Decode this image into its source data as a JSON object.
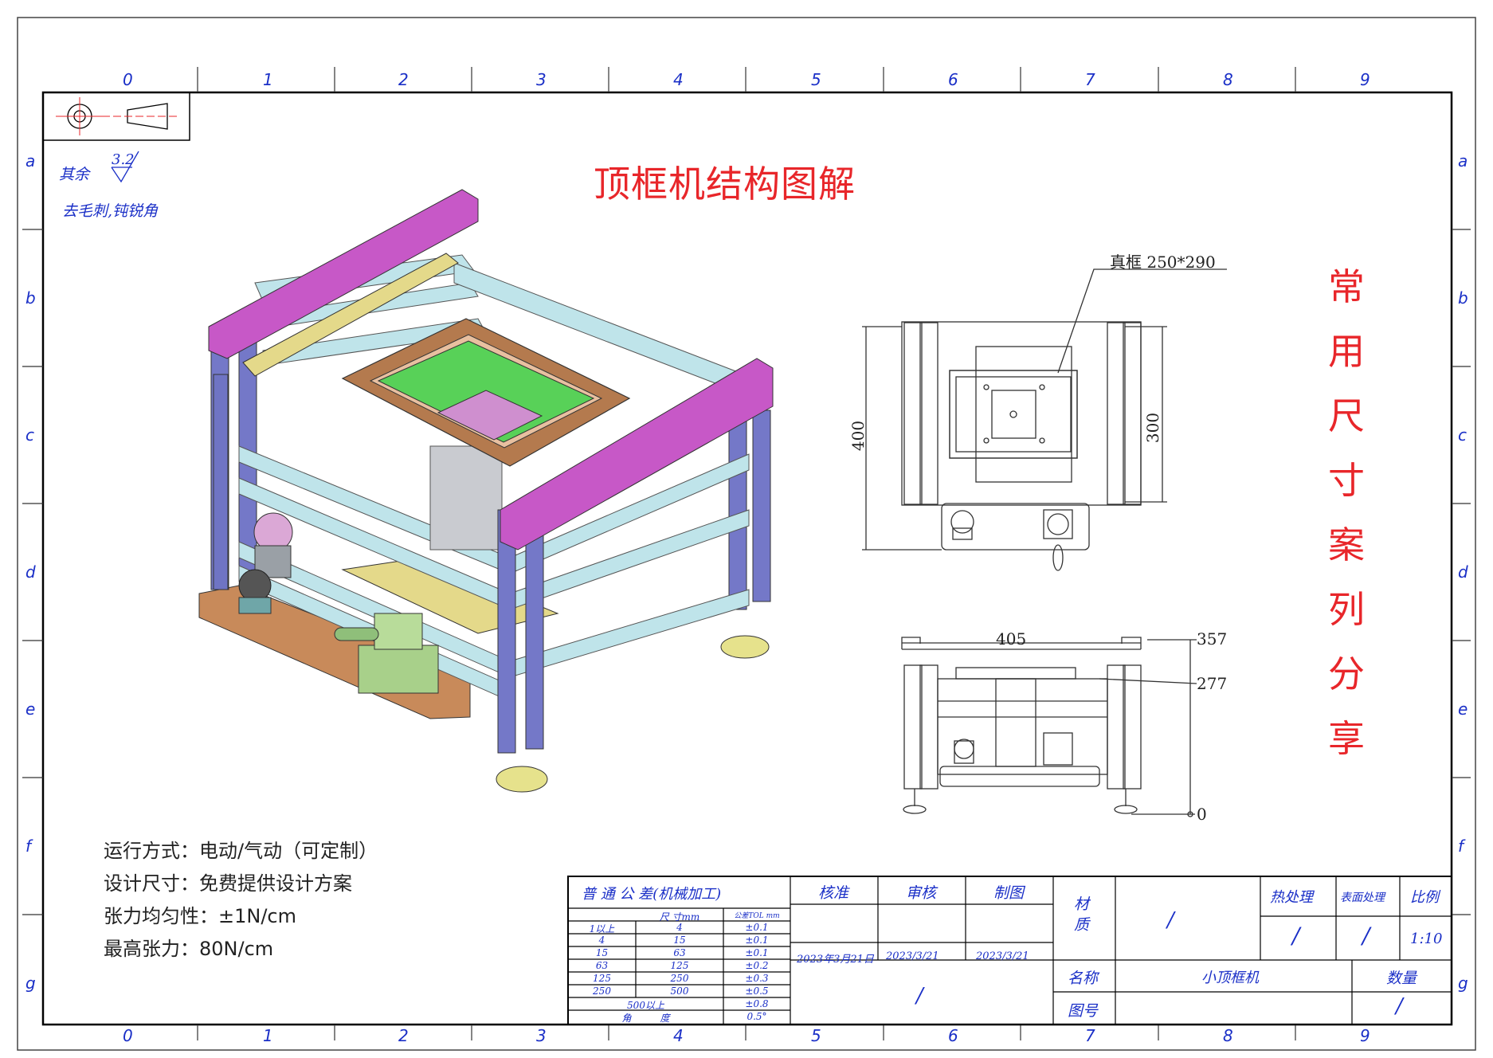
{
  "title": "顶框机结构图解",
  "side_text": [
    "常",
    "用",
    "尺",
    "寸",
    "案",
    "列",
    "分",
    "享"
  ],
  "zones": {
    "cols": [
      "0",
      "1",
      "2",
      "3",
      "4",
      "5",
      "6",
      "7",
      "8",
      "9"
    ],
    "rows": [
      "a",
      "b",
      "c",
      "d",
      "e",
      "f",
      "g"
    ]
  },
  "roughness": {
    "note": "其余",
    "value": "3.2",
    "deburr": "去毛刺,钝锐角"
  },
  "specs": [
    "运行方式：电动/气动（可定制）",
    "设计尺寸：免费提供设计方案",
    "张力均匀性：±1N/cm",
    "最高张力：80N/cm"
  ],
  "drawing": {
    "frame_label": "真框 250*290",
    "dim_400": "400",
    "dim_300": "300",
    "dim_405": "405",
    "dim_357": "357",
    "dim_277": "277",
    "dim_0": "0"
  },
  "title_block": {
    "tolerance_title": "普 通 公 差(机械加工)",
    "size_header": "尺 寸mm",
    "tol_header": "公差TOL mm",
    "tol_rows": [
      [
        "1以上",
        "4",
        "±0.1"
      ],
      [
        "4",
        "15",
        "±0.1"
      ],
      [
        "15",
        "63",
        "±0.1"
      ],
      [
        "63",
        "125",
        "±0.2"
      ],
      [
        "125",
        "250",
        "±0.3"
      ],
      [
        "250",
        "500",
        "±0.5"
      ]
    ],
    "over500": "500以上",
    "over500_tol": "±0.8",
    "angle": "角　　　度",
    "angle_tol": "0.5°",
    "approve": "核准",
    "review": "审核",
    "draw": "制图",
    "date1": "2023年3月21日",
    "date2": "2023/3/21",
    "date3": "2023/3/21",
    "slash_center": "/",
    "material_label": "材\n质",
    "material_value": "/",
    "heat_label": "热处理",
    "heat_value": "/",
    "surface_label": "表面处理",
    "surface_value": "/",
    "scale_label": "比例",
    "scale_value": "1:10",
    "name_label": "名称",
    "name_value": "小顶框机",
    "qty_label": "数量",
    "qty_value": "/",
    "drawing_no_label": "图号"
  }
}
